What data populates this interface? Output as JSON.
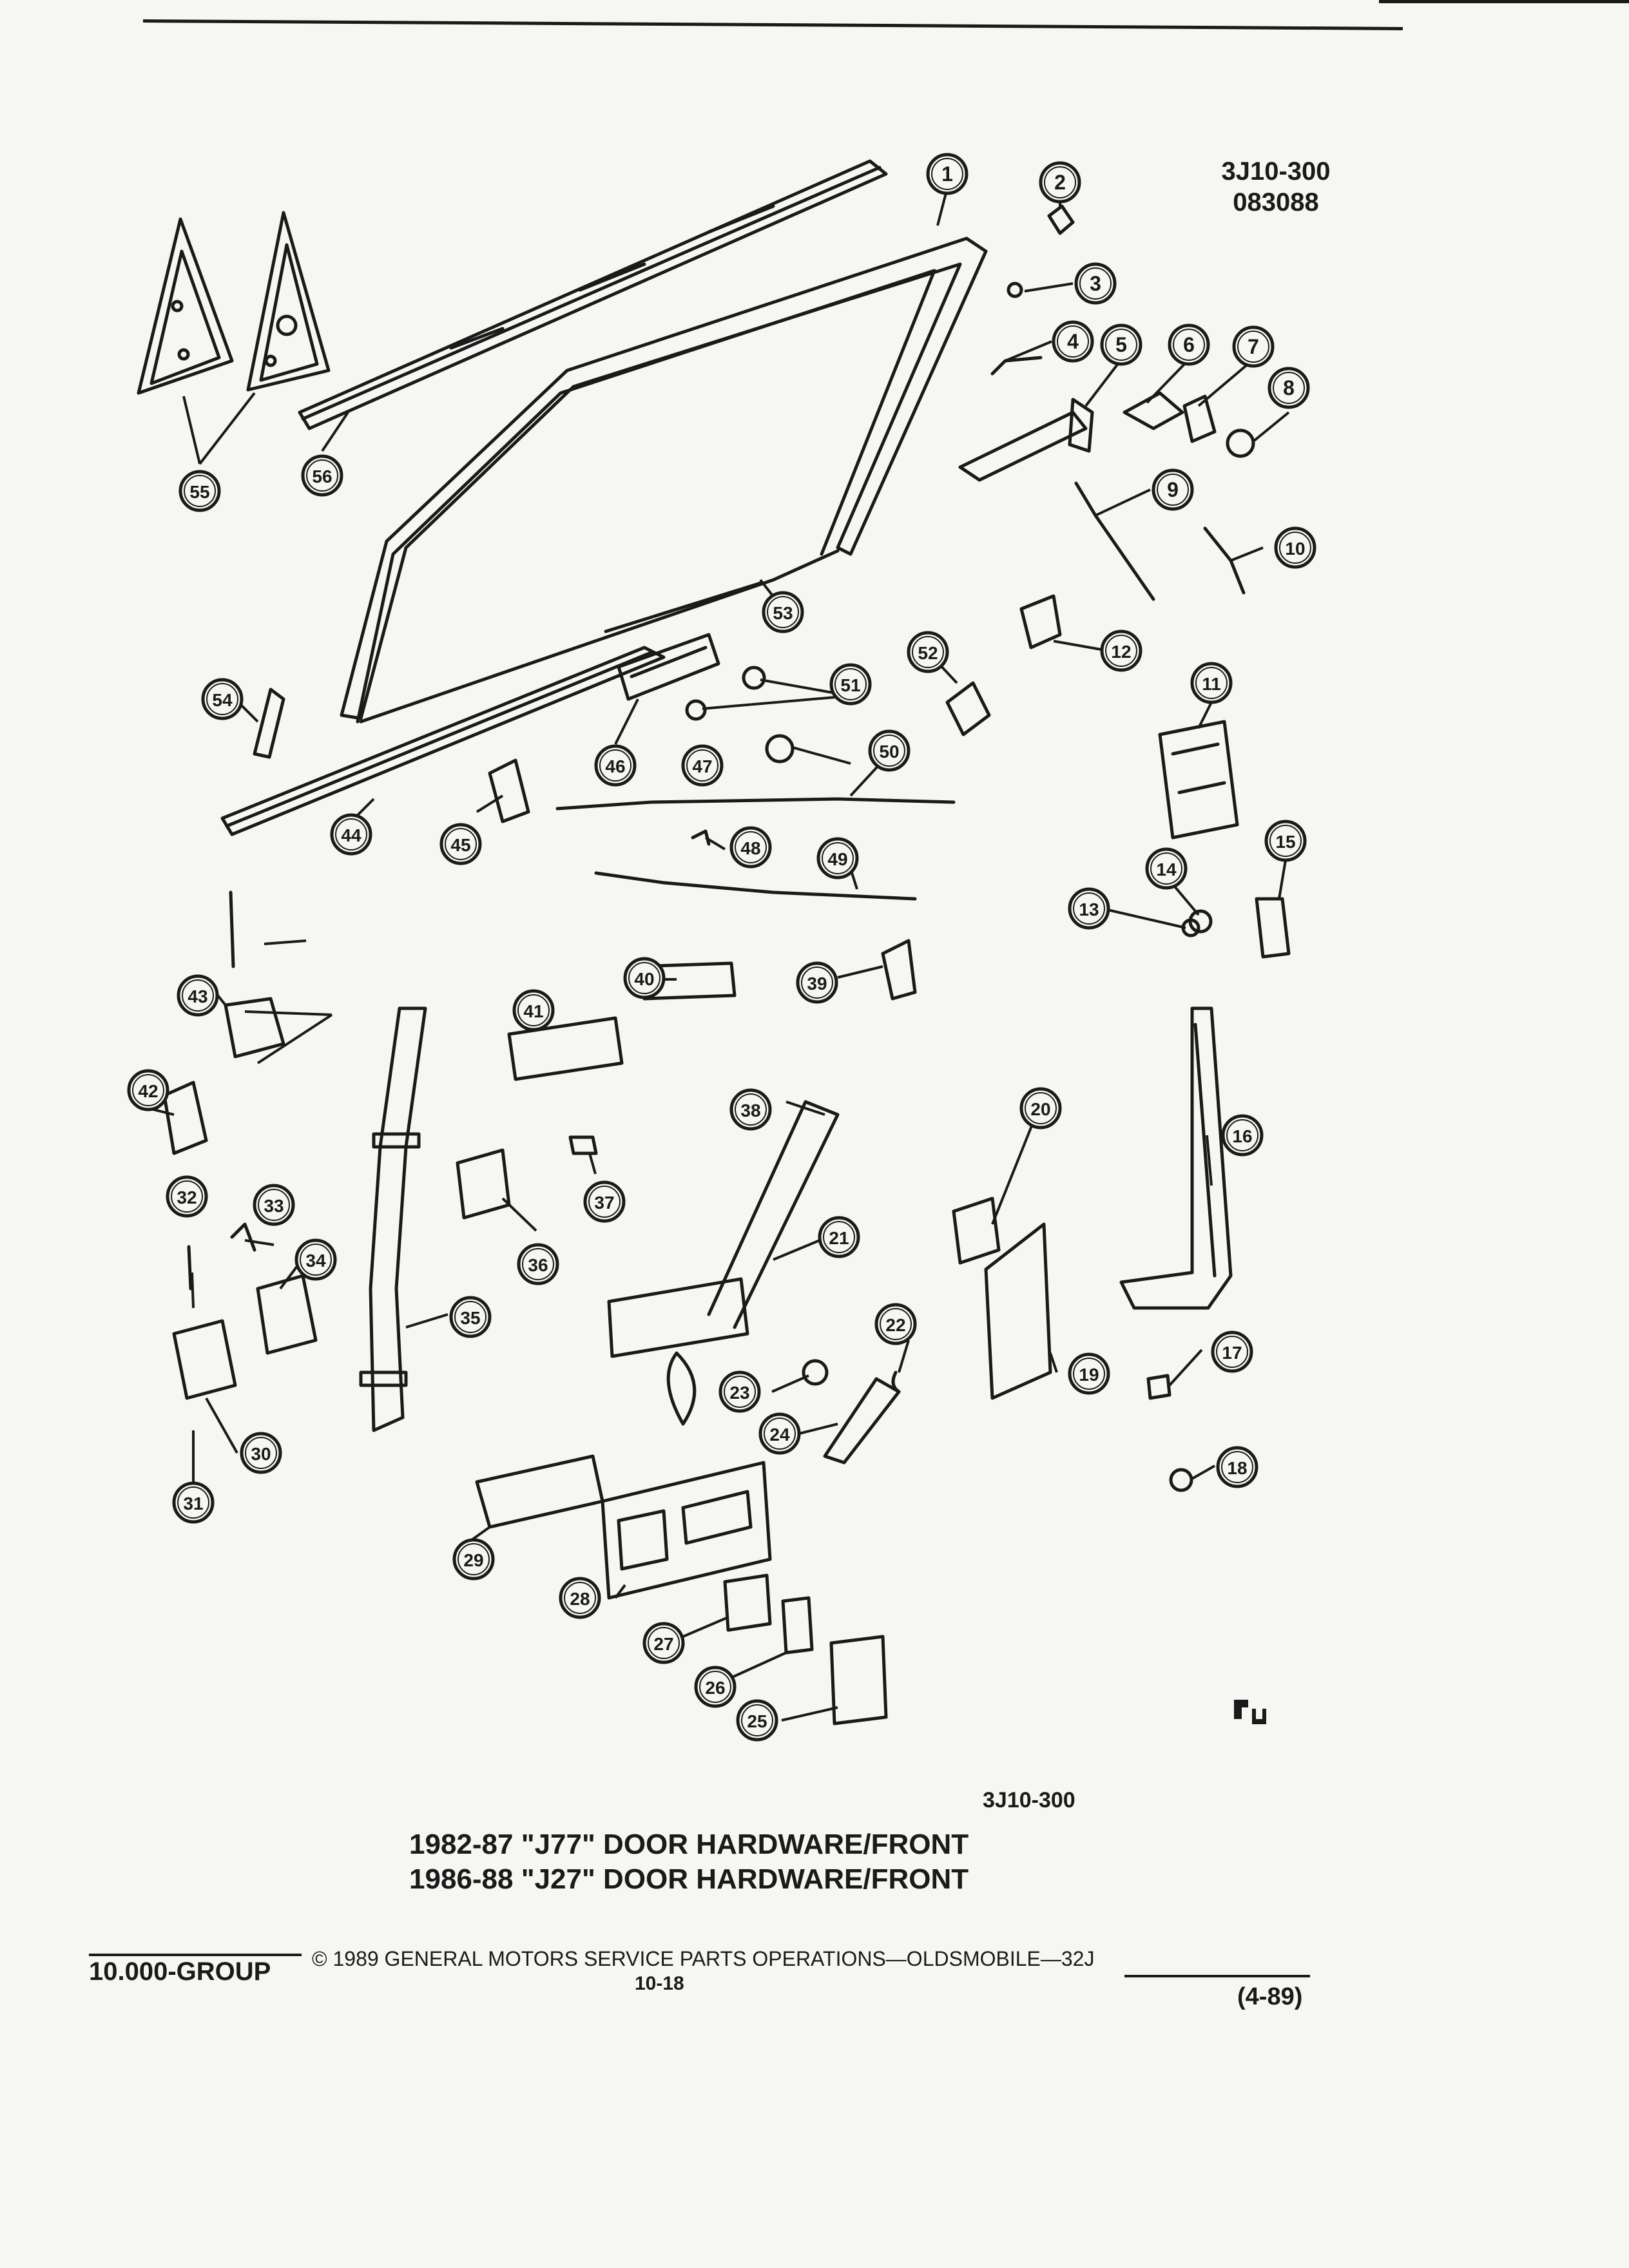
{
  "header": {
    "illustration_code": "3J10-300",
    "date_code": "083088"
  },
  "callouts": [
    "1",
    "2",
    "3",
    "4",
    "5",
    "6",
    "7",
    "8",
    "9",
    "10",
    "11",
    "12",
    "13",
    "14",
    "15",
    "16",
    "17",
    "18",
    "19",
    "20",
    "21",
    "22",
    "23",
    "24",
    "25",
    "26",
    "27",
    "28",
    "29",
    "30",
    "31",
    "32",
    "33",
    "34",
    "35",
    "36",
    "37",
    "38",
    "39",
    "40",
    "41",
    "42",
    "43",
    "44",
    "45",
    "46",
    "47",
    "48",
    "49",
    "50",
    "51",
    "52",
    "53",
    "54",
    "55",
    "56"
  ],
  "figure_code": "3J10-300",
  "title_lines": [
    "1982-87 \"J77\" DOOR HARDWARE/FRONT",
    "1986-88 \"J27\" DOOR HARDWARE/FRONT"
  ],
  "footer": {
    "group": "10.000-GROUP",
    "copyright": "© 1989 GENERAL MOTORS SERVICE PARTS OPERATIONS—OLDSMOBILE—32J",
    "page": "10-18",
    "date": "(4-89)"
  },
  "colors": {
    "ink": "#1a1a1a",
    "paper": "#f6f6f3"
  }
}
